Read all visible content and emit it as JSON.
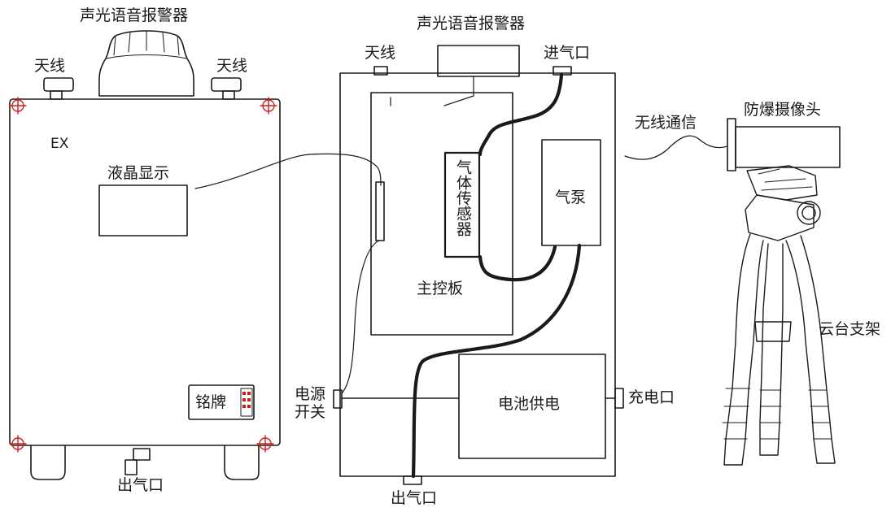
{
  "left_device": {
    "alarm_label": "声光语音报警器",
    "antenna_left": "天线",
    "antenna_right": "天线",
    "ex_mark": "EX",
    "lcd_label": "液晶显示",
    "nameplate_label": "铭牌",
    "outlet_label": "出气口"
  },
  "internal": {
    "alarm_label": "声光语音报警器",
    "antenna_label": "天线",
    "inlet_label": "进气口",
    "sensor_label": "气体传感器",
    "pump_label": "气泵",
    "mainboard_label": "主控板",
    "battery_label": "电池供电",
    "power_switch_line1": "电源",
    "power_switch_line2": "开关",
    "charge_port_label": "充电口",
    "outlet_label": "出气口"
  },
  "external": {
    "wireless_label": "无线通信",
    "camera_label": "防爆摄像头",
    "tripod_label": "云台支架"
  },
  "colors": {
    "line": "#1a1a1a",
    "screw": "#cc1f1f",
    "background": "#ffffff"
  }
}
